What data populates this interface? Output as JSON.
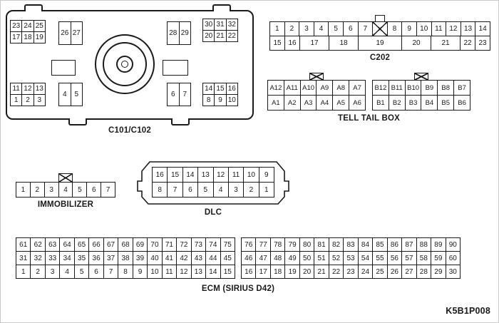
{
  "colors": {
    "line": "#1a1a1a",
    "background": "#ffffff"
  },
  "code": "K5B1P008",
  "c101": {
    "label": "C101/C102",
    "groups": {
      "tl": [
        [
          "23",
          "24",
          "25"
        ],
        [
          "17",
          "18",
          "19"
        ]
      ],
      "tm_left": [
        [
          "26",
          "27"
        ]
      ],
      "tm_right": [
        [
          "28",
          "29"
        ]
      ],
      "tr": [
        [
          "30",
          "31",
          "32"
        ],
        [
          "20",
          "21",
          "22"
        ]
      ],
      "bl": [
        [
          "11",
          "12",
          "13"
        ],
        [
          "1",
          "2",
          "3"
        ]
      ],
      "bm_left": [
        [
          "4",
          "5"
        ]
      ],
      "bm_right": [
        [
          "6",
          "7"
        ]
      ],
      "br": [
        [
          "14",
          "15",
          "16"
        ],
        [
          "8",
          "9",
          "10"
        ]
      ]
    }
  },
  "c202": {
    "label": "C202",
    "rows": [
      [
        "1",
        "2",
        "3",
        "4",
        "5",
        "6",
        "7",
        {
          "x": true
        },
        "8",
        "9",
        "10",
        "11",
        "12",
        "13",
        "14"
      ],
      [
        "15",
        "16",
        {
          "t": "17",
          "span": 2
        },
        {
          "t": "18",
          "span": 2
        },
        {
          "t": "19",
          "span": 3
        },
        {
          "t": "20",
          "span": 2
        },
        {
          "t": "21",
          "span": 2
        },
        "22",
        "23"
      ]
    ]
  },
  "telltail": {
    "label": "TELL TAIL BOX",
    "blockA": [
      [
        "A12",
        "A11",
        "A10",
        "A9",
        "A8",
        "A7"
      ],
      [
        "A1",
        "A2",
        "A3",
        "A4",
        "A5",
        "A6"
      ]
    ],
    "blockB": [
      [
        "B12",
        "B11",
        "B10",
        "B9",
        "B8",
        "B7"
      ],
      [
        "B1",
        "B2",
        "B3",
        "B4",
        "B5",
        "B6"
      ]
    ]
  },
  "immobilizer": {
    "label": "IMMOBILIZER",
    "rows": [
      [
        "1",
        "2",
        "3",
        "4",
        "5",
        "6",
        "7"
      ]
    ]
  },
  "dlc": {
    "label": "DLC",
    "rows": [
      [
        "16",
        "15",
        "14",
        "13",
        "12",
        "11",
        "10",
        "9"
      ],
      [
        "8",
        "7",
        "6",
        "5",
        "4",
        "3",
        "2",
        "1"
      ]
    ]
  },
  "ecm": {
    "label": "ECM (SIRIUS D42)",
    "left": [
      [
        "61",
        "62",
        "63",
        "64",
        "65",
        "66",
        "67",
        "68",
        "69",
        "70",
        "71",
        "72",
        "73",
        "74",
        "75"
      ],
      [
        "31",
        "32",
        "33",
        "34",
        "35",
        "36",
        "37",
        "38",
        "39",
        "40",
        "41",
        "42",
        "43",
        "44",
        "45"
      ],
      [
        "1",
        "2",
        "3",
        "4",
        "5",
        "6",
        "7",
        "8",
        "9",
        "10",
        "11",
        "12",
        "13",
        "14",
        "15"
      ]
    ],
    "right": [
      [
        "76",
        "77",
        "78",
        "79",
        "80",
        "81",
        "82",
        "83",
        "84",
        "85",
        "86",
        "87",
        "88",
        "89",
        "90"
      ],
      [
        "46",
        "47",
        "48",
        "49",
        "50",
        "51",
        "52",
        "53",
        "54",
        "55",
        "56",
        "57",
        "58",
        "59",
        "60"
      ],
      [
        "16",
        "17",
        "18",
        "19",
        "20",
        "21",
        "22",
        "23",
        "24",
        "25",
        "26",
        "27",
        "28",
        "29",
        "30"
      ]
    ]
  }
}
